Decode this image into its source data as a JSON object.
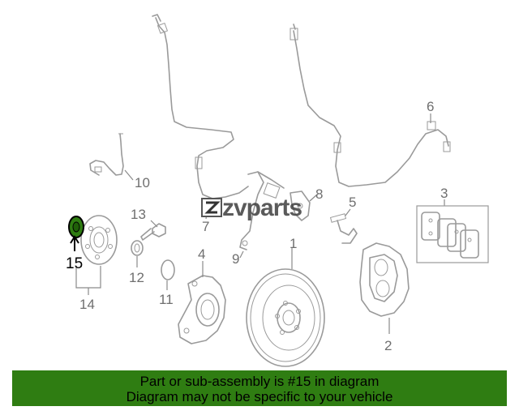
{
  "diagram": {
    "callouts": [
      {
        "id": "1",
        "text": "1"
      },
      {
        "id": "2",
        "text": "2"
      },
      {
        "id": "3",
        "text": "3"
      },
      {
        "id": "4",
        "text": "4"
      },
      {
        "id": "5",
        "text": "5"
      },
      {
        "id": "6",
        "text": "6"
      },
      {
        "id": "7",
        "text": "7"
      },
      {
        "id": "8",
        "text": "8"
      },
      {
        "id": "9",
        "text": "9"
      },
      {
        "id": "10",
        "text": "10"
      },
      {
        "id": "11",
        "text": "11"
      },
      {
        "id": "12",
        "text": "12"
      },
      {
        "id": "13",
        "text": "13"
      },
      {
        "id": "14",
        "text": "14"
      },
      {
        "id": "15",
        "text": "15"
      }
    ],
    "highlighted_part": "15",
    "highlight_color": "#2f7d12",
    "watermark": "zvparts"
  },
  "banner": {
    "line1": "Part or sub-assembly is #15 in diagram",
    "line2": "Diagram may not be specific to your vehicle",
    "background": "#2f7d12"
  }
}
